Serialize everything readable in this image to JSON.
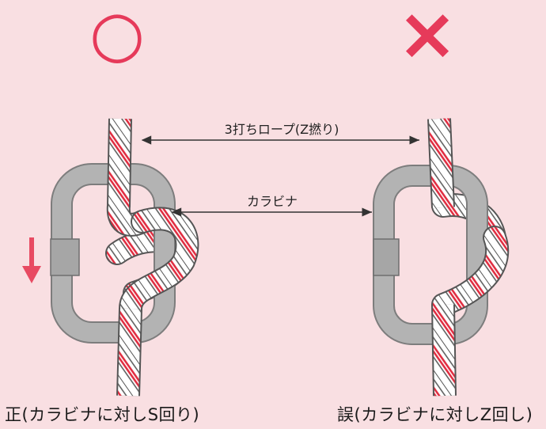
{
  "marks": {
    "correct_symbol": "○",
    "wrong_symbol": "×",
    "correct_color": "#e63a5a",
    "wrong_color": "#e63a5a"
  },
  "labels": {
    "rope": "3打ちロープ(Z撚り)",
    "carabiner": "カラビナ"
  },
  "captions": {
    "left": "正(カラビナに対しS回り)",
    "right": "誤(カラビナに対しZ回し)"
  },
  "colors": {
    "background": "#f9dfe2",
    "carabiner_metal": "#b3b3b3",
    "carabiner_edge": "#7d7d7d",
    "rope_white": "#ffffff",
    "rope_red": "#e0283c",
    "arrow": "#e84a62"
  },
  "icons": {
    "direction_arrow": "down-arrow-icon"
  }
}
